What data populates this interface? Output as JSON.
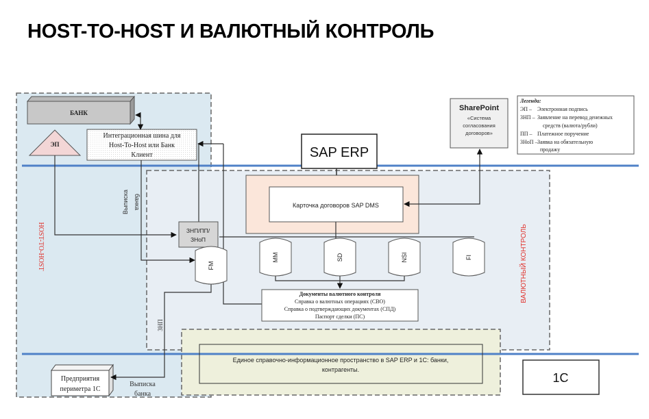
{
  "title": "HOST-TO-HOST И ВАЛЮТНЫЙ КОНТРОЛЬ",
  "zones": {
    "host_to_host": "HOST-TO-HOST",
    "currency_control": "ВАЛЮТНЫЙ КОНТРОЛЬ"
  },
  "nodes": {
    "bank": "БАНК",
    "ep": "ЭП",
    "integration_bus": [
      "Интеграционная шина для",
      "Host-To-Host или Банк",
      "Клиент"
    ],
    "sap_erp": "SAP ERP",
    "sap_dms": "Карточка договоров SAP DMS",
    "sharepoint_title": "SharePoint",
    "sharepoint_sub": [
      "«Система",
      "согласования",
      "договоров»"
    ],
    "payment_docs": [
      "ЗНП/ПП/",
      "ЗНоП"
    ],
    "modules": [
      "FM",
      "MM",
      "SD",
      "NSI",
      "FI"
    ],
    "currency_docs_title": "Документы валютного контроля",
    "currency_docs_lines": [
      "Справка о валютных операциях (СВО)",
      "Справка о подтверждающих документах (СПД)",
      "Паспорт сделки (ПС)"
    ],
    "unified_space": [
      "Единое справочно-информационное пространство в SAP ERP и 1С: банки,",
      "контрагенты."
    ],
    "onec": "1С",
    "enterprises": [
      "Предприятия",
      "периметра 1С"
    ]
  },
  "edge_labels": {
    "bank_statement_top": [
      "Выписка",
      "банка"
    ],
    "znp": "ЗНП",
    "bank_statement_bottom": [
      "Выписка",
      "банка"
    ]
  },
  "legend": {
    "title": "Легенда:",
    "items": [
      {
        "abbr": "ЭП –",
        "text": [
          "Электронная подпись"
        ]
      },
      {
        "abbr": "ЗНП –",
        "text": [
          "Заявление на перевод денежных",
          "средств (валюта/рубли)"
        ]
      },
      {
        "abbr": "ПП –",
        "text": [
          "Платежное поручение"
        ]
      },
      {
        "abbr": "ЗНоП –",
        "text": [
          "Заявка на обязательную",
          "продажу"
        ]
      }
    ]
  },
  "colors": {
    "host_zone": "#dbe9f1",
    "currency_zone": "#e8eef4",
    "dms_outer": "#fbe6da",
    "unified_zone": "#eef0dc",
    "separator_line": "#4f81c7",
    "zone_label": "#e0302a"
  }
}
